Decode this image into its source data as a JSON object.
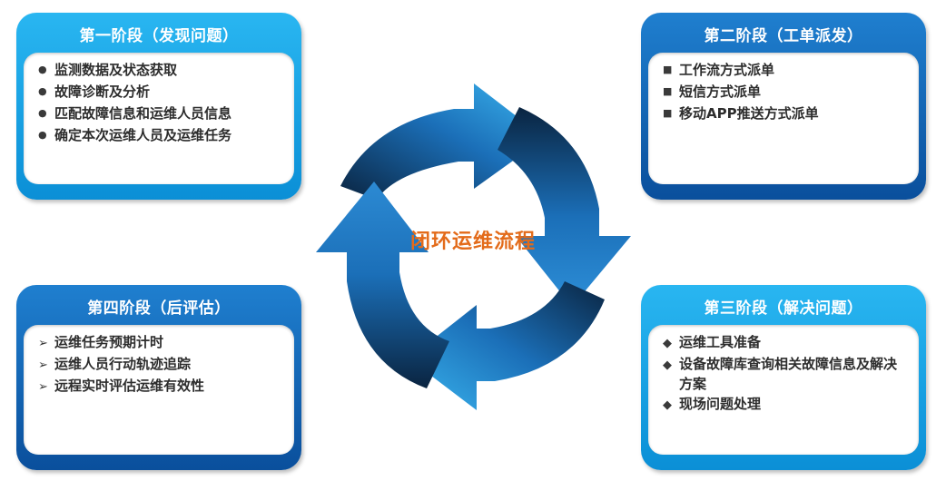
{
  "center_label": "闭环运维流程",
  "stages": [
    {
      "title": "第一阶段（发现问题）",
      "bullet": "dot",
      "items": [
        "监测数据及状态获取",
        "故障诊断及分析",
        "匹配故障信息和运维人员信息",
        "确定本次运维人员及运维任务"
      ]
    },
    {
      "title": "第二阶段（工单派发）",
      "bullet": "square",
      "items": [
        "工作流方式派单",
        "短信方式派单",
        "移动APP推送方式派单"
      ]
    },
    {
      "title": "第三阶段（解决问题）",
      "bullet": "diamond",
      "items": [
        "运维工具准备",
        "设备故障库查询相关故障信息及解决方案",
        "现场问题处理"
      ]
    },
    {
      "title": "第四阶段（后评估）",
      "bullet": "chev",
      "items": [
        "运维任务预期计时",
        "运维人员行动轨迹追踪",
        "远程实时评估运维有效性"
      ]
    }
  ],
  "colors": {
    "card_light": "#1aa5e8",
    "card_dark": "#0d5fae",
    "center_text": "#e36b1a",
    "arrow_dark": "#0a2a4d",
    "arrow_light": "#39b4ee"
  }
}
